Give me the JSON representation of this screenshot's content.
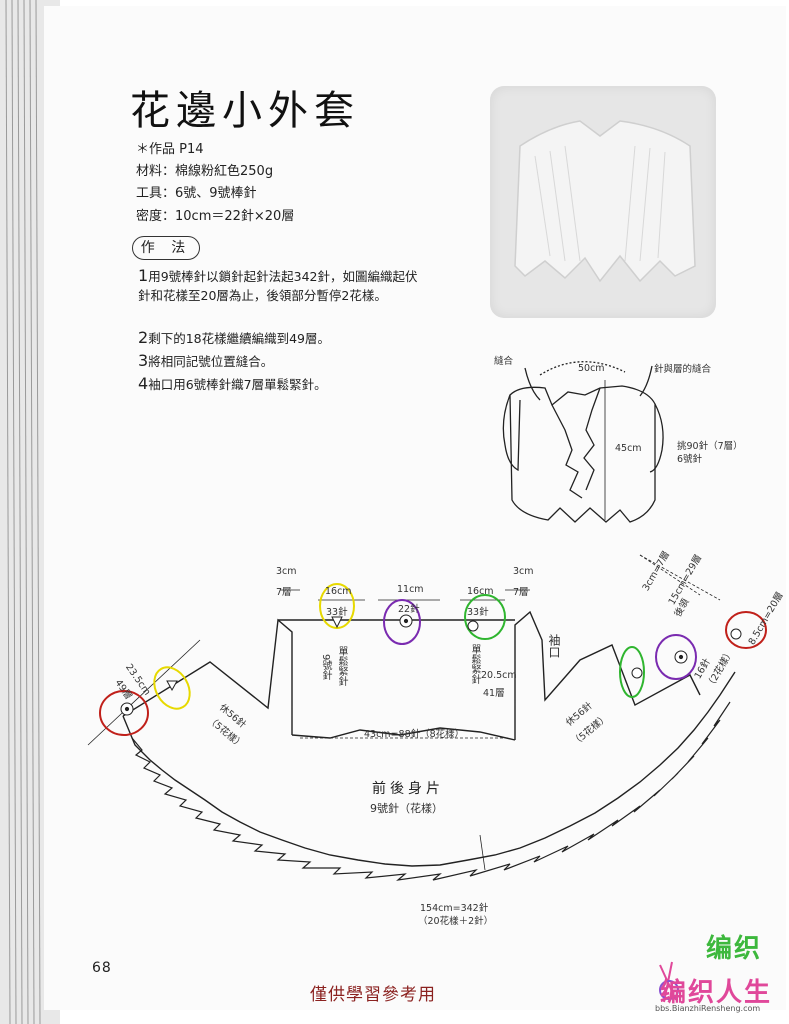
{
  "title": "花邊小外套",
  "work": "＊作品 P14",
  "materials": "材料：棉線粉紅色250g",
  "tools": "工具：6號、9號棒針",
  "gauge": "密度：10cm＝22針×20層",
  "howto_label": "作 法",
  "steps": [
    {
      "num": "1",
      "text": "用9號棒針以鎖針起針法起342針，如圖編織起伏針和花樣至20層為止，後領部分暫停2花樣。"
    },
    {
      "num": "2",
      "text": "剩下的18花樣繼續編織到49層。"
    },
    {
      "num": "3",
      "text": "將相同記號位置縫合。"
    },
    {
      "num": "4",
      "text": "袖口用6號棒針織7層單鬆緊針。"
    }
  ],
  "jacket_diagram": {
    "seam": "縫合",
    "width": "50cm",
    "pickup_seam": "針與層的縫合",
    "height": "45cm",
    "cuff_line1": "挑90針（7層）",
    "cuff_line2": "6號針"
  },
  "main_diagram": {
    "top_3cm_left": "3cm",
    "top_7rows_left": "7層",
    "top_16cm_left": "16cm",
    "top_33st_left": "33針",
    "top_11cm": "11cm",
    "top_22st": "22針",
    "top_16cm_right": "16cm",
    "top_33st_right": "33針",
    "top_3cm_right": "3cm",
    "top_7rows_right": "7層",
    "rib_left": "單鬆緊針",
    "needle_9": "9號針",
    "rib_right": "單鬆緊針",
    "depth_cm": "20.5cm",
    "depth_rows": "41層",
    "sleeve": "袖口",
    "left_23cm": "23.5cm",
    "left_49rows": "49層",
    "rest_left": "休56針",
    "rest_left_sub": "（5花樣）",
    "rest_right": "休56針",
    "rest_right_sub": "（5花樣）",
    "width_43": "43cm=88針（8花樣）",
    "right_3cm": "3cm=7層",
    "right_15cm": "15cm=29層",
    "right_8_5cm": "8.5cm=20層",
    "back_neck": "後領",
    "right_st": "16針",
    "right_st_sub": "（2花樣）",
    "body_label": "前後身片",
    "body_sub": "9號針（花樣）",
    "bottom_1": "154cm=342針",
    "bottom_2": "（20花樣＋2針）"
  },
  "page_number": "68",
  "watermark": "僅供學習參考用",
  "site_logo_1": "编织",
  "site_logo_2": "编织人生",
  "site_url": "bbs.BianzhiRensheng.com",
  "colors": {
    "ink": "#222222",
    "mark_yellow": "#e7d900",
    "mark_purple": "#7a2bb0",
    "mark_green": "#2fb52f",
    "mark_red": "#c0201a",
    "watermark": "#8b2220",
    "logo_green": "#3db83d",
    "logo_pink": "#e0489a"
  }
}
